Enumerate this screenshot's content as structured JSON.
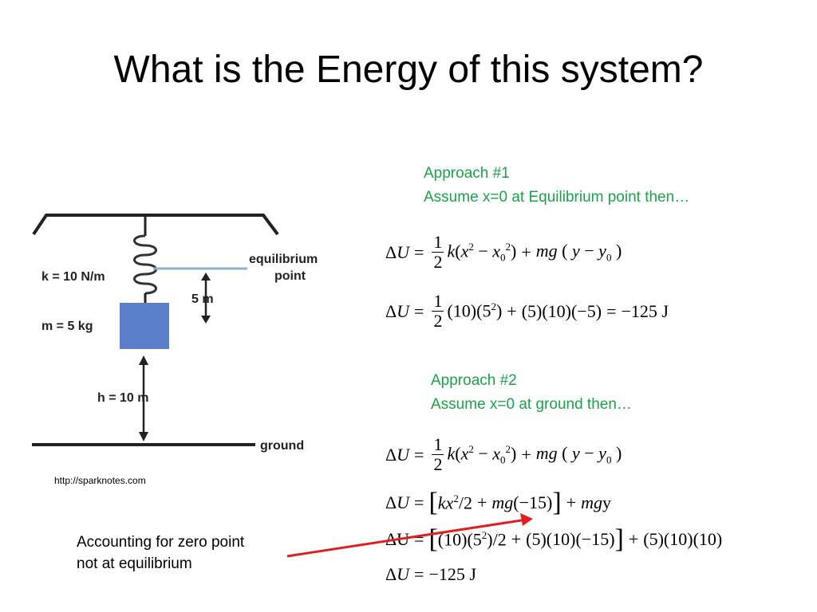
{
  "title": "What is the Energy of this system?",
  "approach1": {
    "heading": "Approach #1",
    "subtitle": "Assume x=0 at Equilibrium point then…"
  },
  "approach2": {
    "heading": "Approach #2",
    "subtitle": "Assume x=0 at ground then…"
  },
  "figure": {
    "spring_label": "k = 10 N/m",
    "mass_label": "m = 5 kg",
    "height_label": "h = 10 m",
    "equilibrium_label_1": "equilibrium",
    "equilibrium_label_2": "point",
    "displacement_label": "5 m",
    "ground_label": "ground",
    "credit": "http://sparknotes.com"
  },
  "equations": {
    "eq1_result": "−125 J",
    "eq4_result": "−125 J"
  },
  "note": {
    "line1": "Accounting for zero point",
    "line2": "not at equilibrium"
  },
  "colors": {
    "green_text": "#1aa34a",
    "mass_block": "#5b7fc8",
    "arrow": "#e02020",
    "equilibrium_line": "#8fb3c8"
  }
}
